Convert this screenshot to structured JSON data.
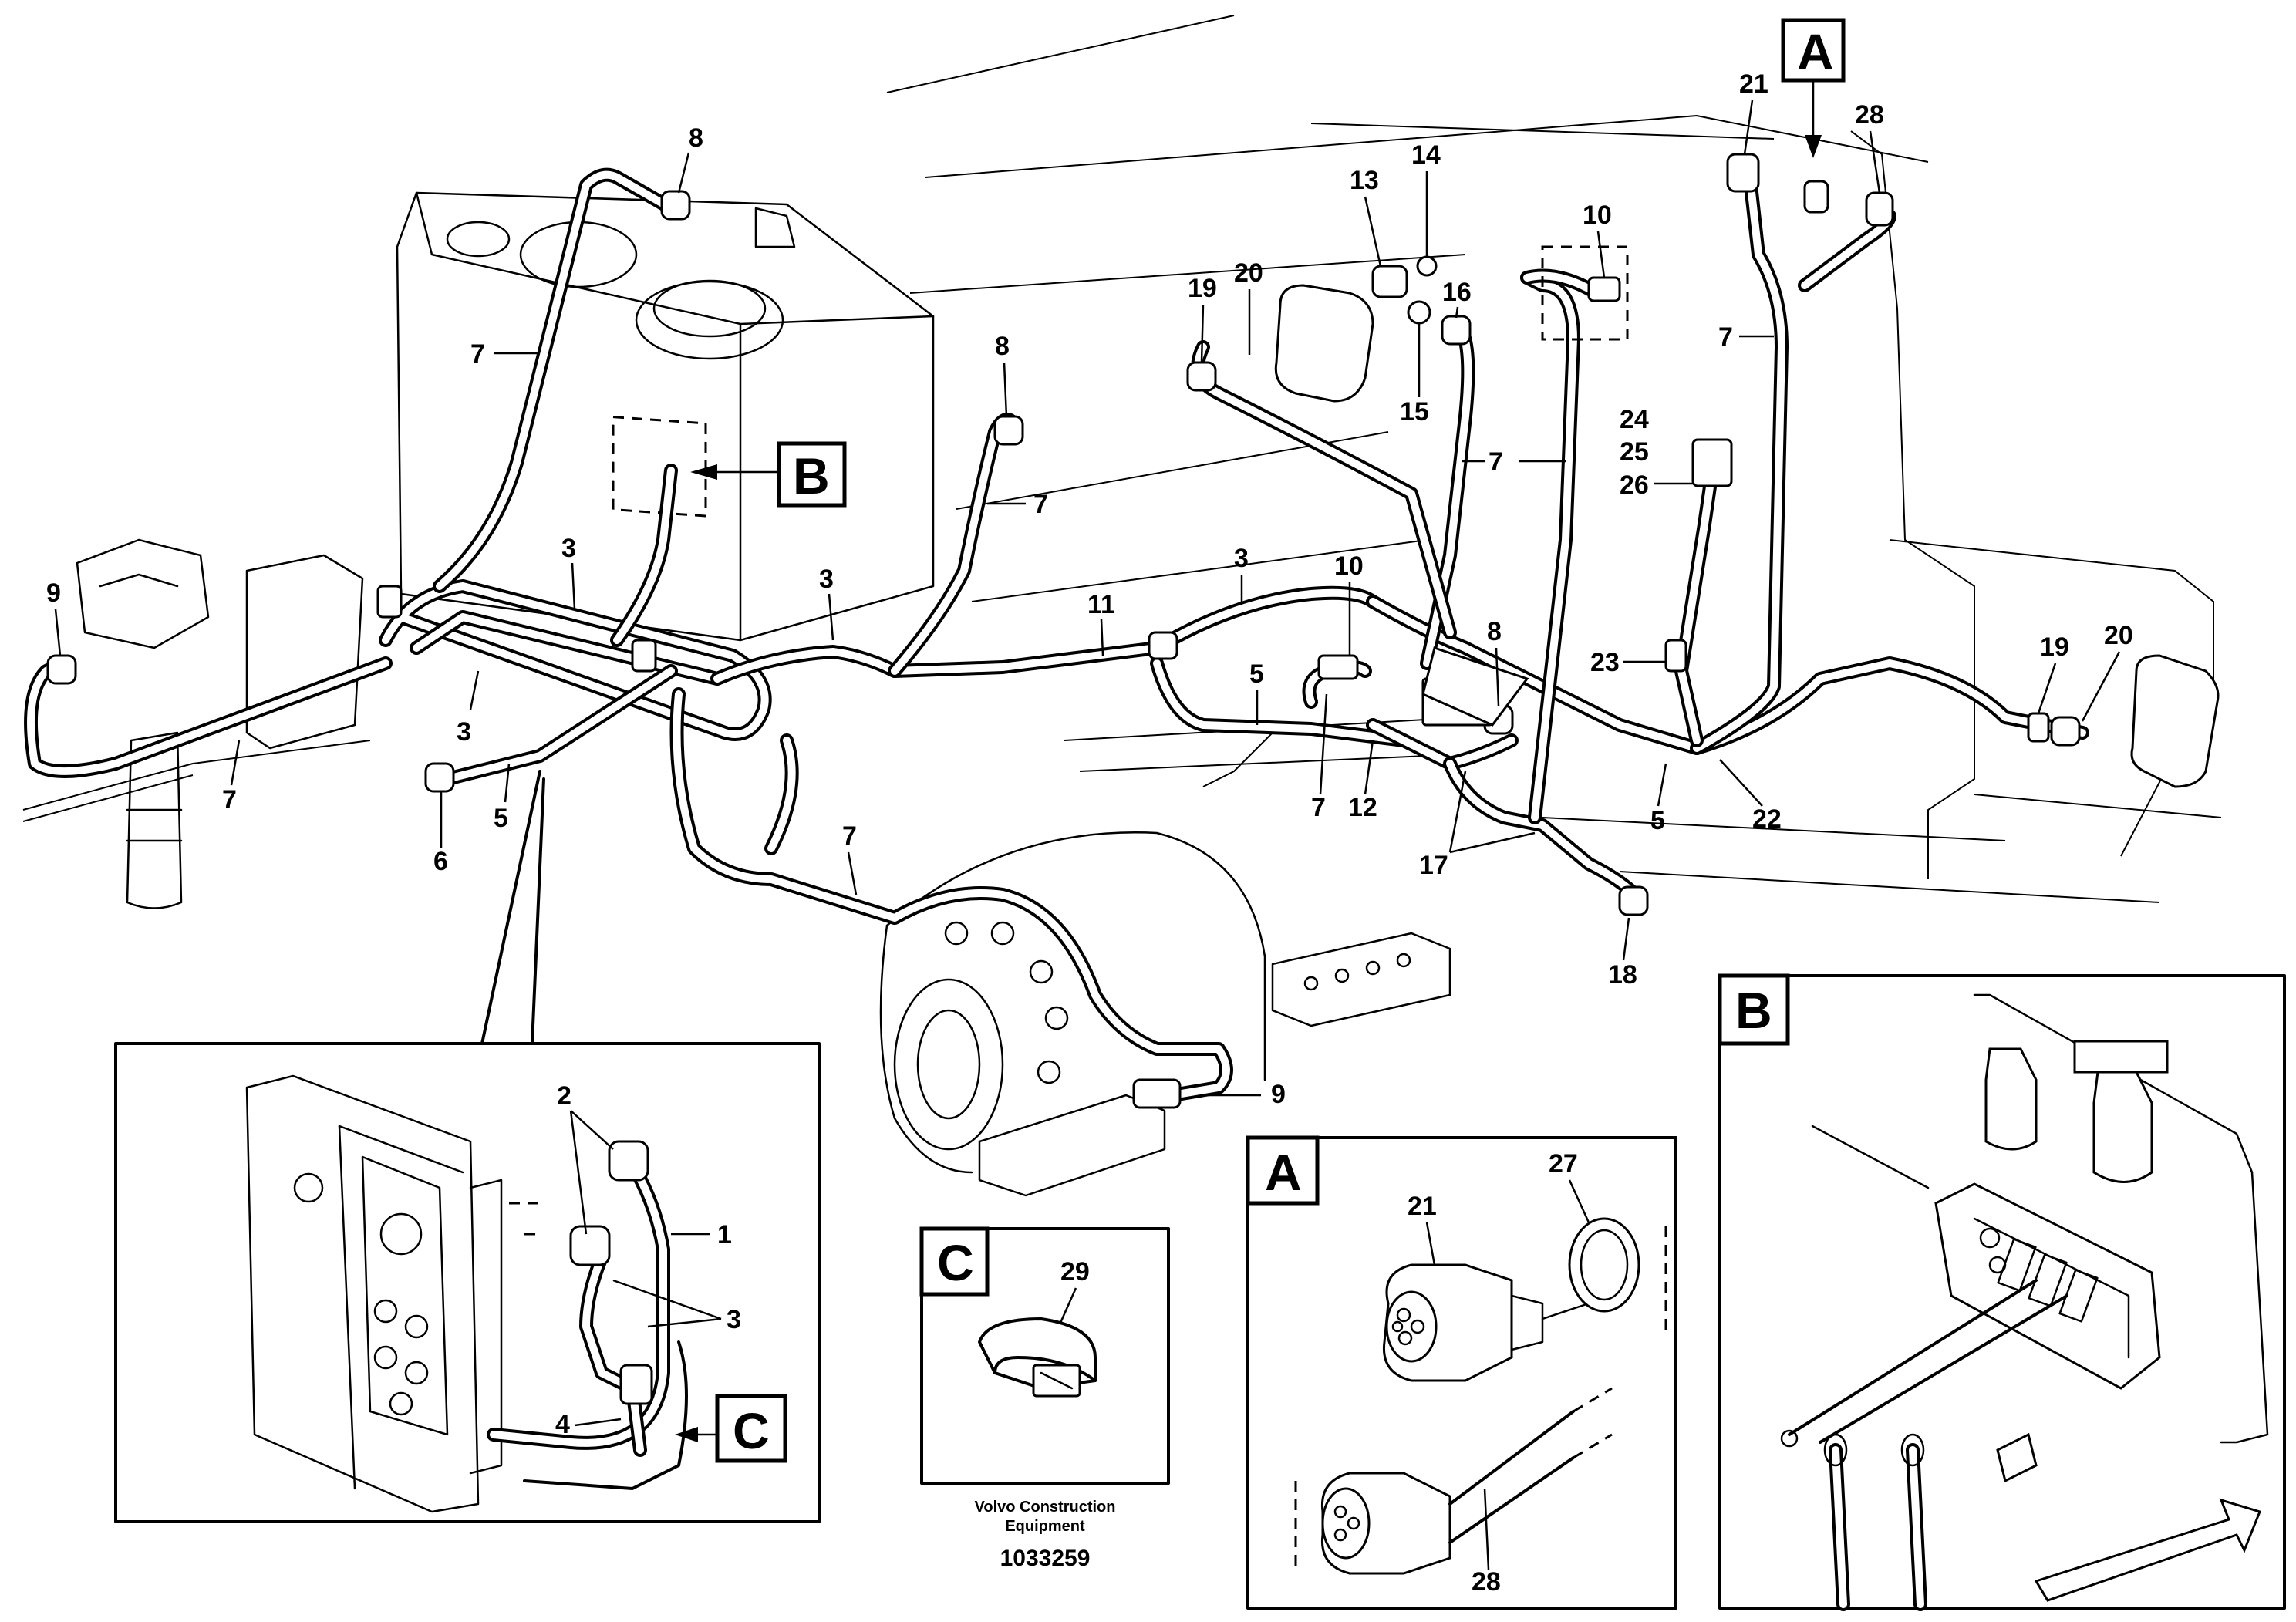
{
  "detail_letters": {
    "a": "A",
    "b": "B",
    "c": "C"
  },
  "callouts": [
    {
      "id": "c8a",
      "text": "8"
    },
    {
      "id": "c7a",
      "text": "7"
    },
    {
      "id": "c9a",
      "text": "9"
    },
    {
      "id": "c7b",
      "text": "7"
    },
    {
      "id": "c3a",
      "text": "3"
    },
    {
      "id": "c3b",
      "text": "3"
    },
    {
      "id": "c5a",
      "text": "5"
    },
    {
      "id": "c6",
      "text": "6"
    },
    {
      "id": "c3c",
      "text": "3"
    },
    {
      "id": "c8b",
      "text": "8"
    },
    {
      "id": "c7c",
      "text": "7"
    },
    {
      "id": "c7d",
      "text": "7"
    },
    {
      "id": "c11",
      "text": "11"
    },
    {
      "id": "c3d",
      "text": "3"
    },
    {
      "id": "c5b",
      "text": "5"
    },
    {
      "id": "c10a",
      "text": "10"
    },
    {
      "id": "c7e",
      "text": "7"
    },
    {
      "id": "c12",
      "text": "12"
    },
    {
      "id": "c8c",
      "text": "8"
    },
    {
      "id": "c17",
      "text": "17"
    },
    {
      "id": "c18",
      "text": "18"
    },
    {
      "id": "c9b",
      "text": "9"
    },
    {
      "id": "c19a",
      "text": "19"
    },
    {
      "id": "c20a",
      "text": "20"
    },
    {
      "id": "c13",
      "text": "13"
    },
    {
      "id": "c14",
      "text": "14"
    },
    {
      "id": "c16",
      "text": "16"
    },
    {
      "id": "c15",
      "text": "15"
    },
    {
      "id": "c10b",
      "text": "10"
    },
    {
      "id": "c7f",
      "text": "7"
    },
    {
      "id": "c24",
      "text": "24"
    },
    {
      "id": "c25",
      "text": "25"
    },
    {
      "id": "c26",
      "text": "26"
    },
    {
      "id": "c23",
      "text": "23"
    },
    {
      "id": "c21a",
      "text": "21"
    },
    {
      "id": "c28a",
      "text": "28"
    },
    {
      "id": "c7g",
      "text": "7"
    },
    {
      "id": "c19b",
      "text": "19"
    },
    {
      "id": "c20b",
      "text": "20"
    },
    {
      "id": "c5c",
      "text": "5"
    },
    {
      "id": "c22",
      "text": "22"
    },
    {
      "id": "c2",
      "text": "2"
    },
    {
      "id": "c1",
      "text": "1"
    },
    {
      "id": "c3e",
      "text": "3"
    },
    {
      "id": "c4",
      "text": "4"
    },
    {
      "id": "c29",
      "text": "29"
    },
    {
      "id": "c21b",
      "text": "21"
    },
    {
      "id": "c27",
      "text": "27"
    },
    {
      "id": "c28b",
      "text": "28"
    }
  ],
  "footer": {
    "company_line1": "Volvo Construction",
    "company_line2": "Equipment",
    "drawing_number": "1033259"
  }
}
